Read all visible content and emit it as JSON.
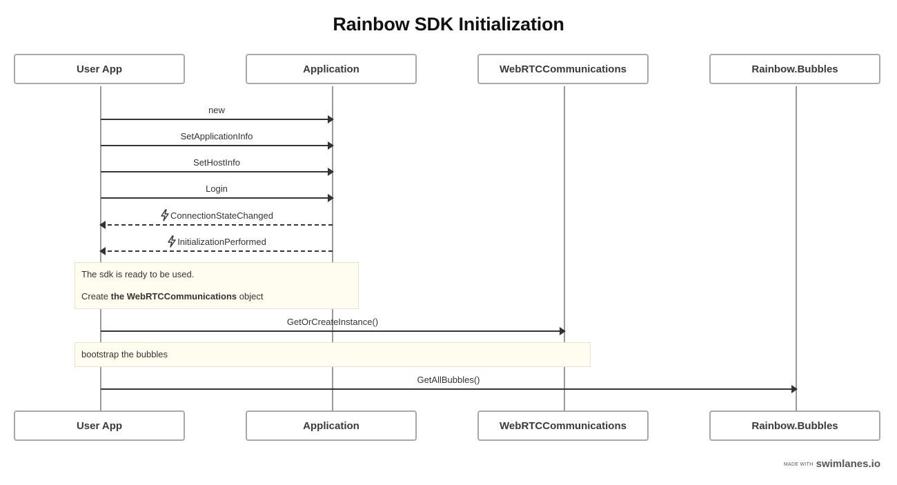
{
  "title": "Rainbow SDK Initialization",
  "participants": [
    "User App",
    "Application",
    "WebRTCCommunications",
    "Rainbow.Bubbles"
  ],
  "messages": [
    {
      "label": "new",
      "from": "User App",
      "to": "Application",
      "style": "solid"
    },
    {
      "label": "SetApplicationInfo",
      "from": "User App",
      "to": "Application",
      "style": "solid"
    },
    {
      "label": "SetHostInfo",
      "from": "User App",
      "to": "Application",
      "style": "solid"
    },
    {
      "label": "Login",
      "from": "User App",
      "to": "Application",
      "style": "solid"
    },
    {
      "label": "ConnectionStateChanged",
      "from": "Application",
      "to": "User App",
      "style": "dashed",
      "icon": "lightning-icon"
    },
    {
      "label": "InitializationPerformed",
      "from": "Application",
      "to": "User App",
      "style": "dashed",
      "icon": "lightning-icon"
    },
    {
      "label": "GetOrCreateInstance()",
      "from": "User App",
      "to": "WebRTCCommunications",
      "style": "solid"
    },
    {
      "label": "GetAllBubbles()",
      "from": "User App",
      "to": "Rainbow.Bubbles",
      "style": "solid"
    }
  ],
  "notes": [
    {
      "line1": "The sdk is ready to be used.",
      "line2_prefix": "Create ",
      "line2_bold": "the WebRTCCommunications",
      "line2_suffix": " object"
    },
    {
      "line1": "bootstrap the bubbles"
    }
  ],
  "footer": {
    "made_with": "MADE WITH",
    "brand": "swimlanes.io"
  }
}
